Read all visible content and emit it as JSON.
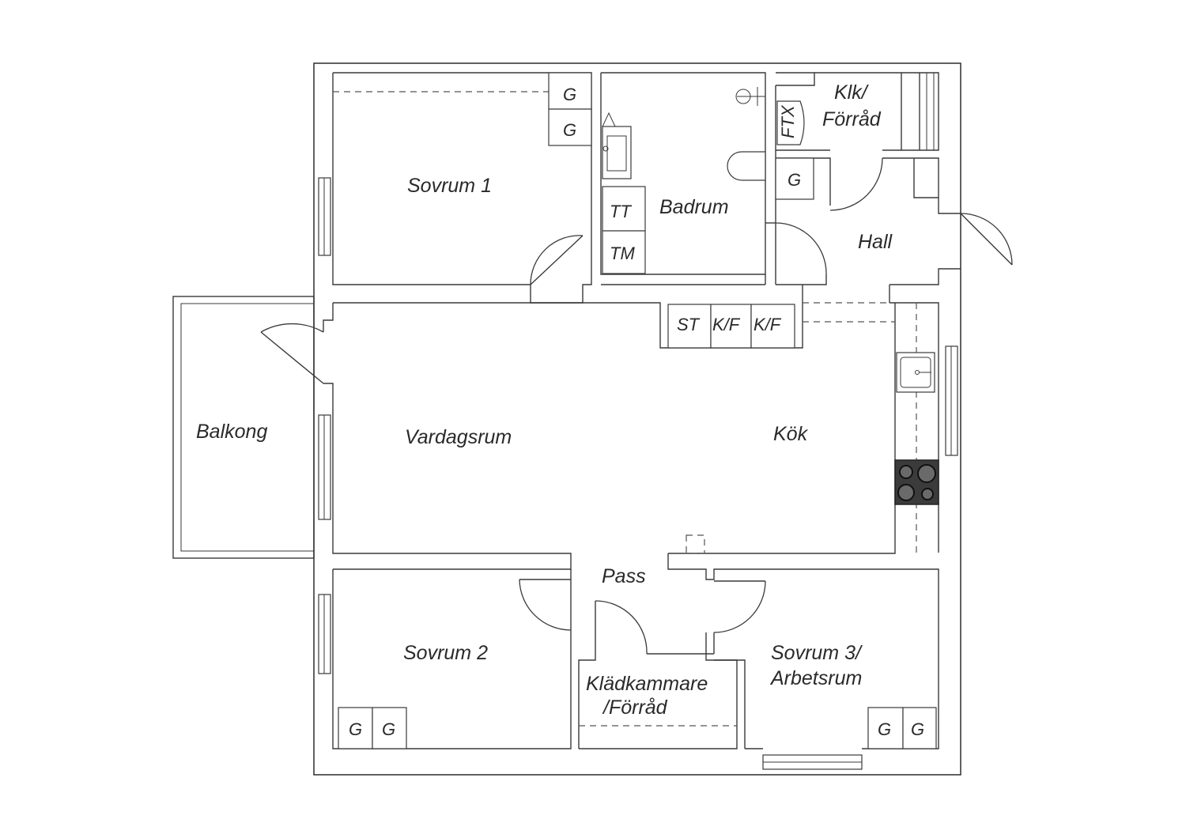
{
  "rooms": {
    "sovrum1": "Sovrum 1",
    "badrum": "Badrum",
    "klk_1": "Klk/",
    "klk_2": "Förråd",
    "hall": "Hall",
    "balkong": "Balkong",
    "vardagsrum": "Vardagsrum",
    "kok": "Kök",
    "pass": "Pass",
    "sovrum2": "Sovrum 2",
    "kladkammare_1": "Klädkammare",
    "kladkammare_2": "/Förråd",
    "sovrum3_1": "Sovrum 3/",
    "sovrum3_2": "Arbetsrum"
  },
  "fixtures": {
    "g": "G",
    "tt": "TT",
    "tm": "TM",
    "st": "ST",
    "kf": "K/F",
    "ftx": "FTX"
  }
}
